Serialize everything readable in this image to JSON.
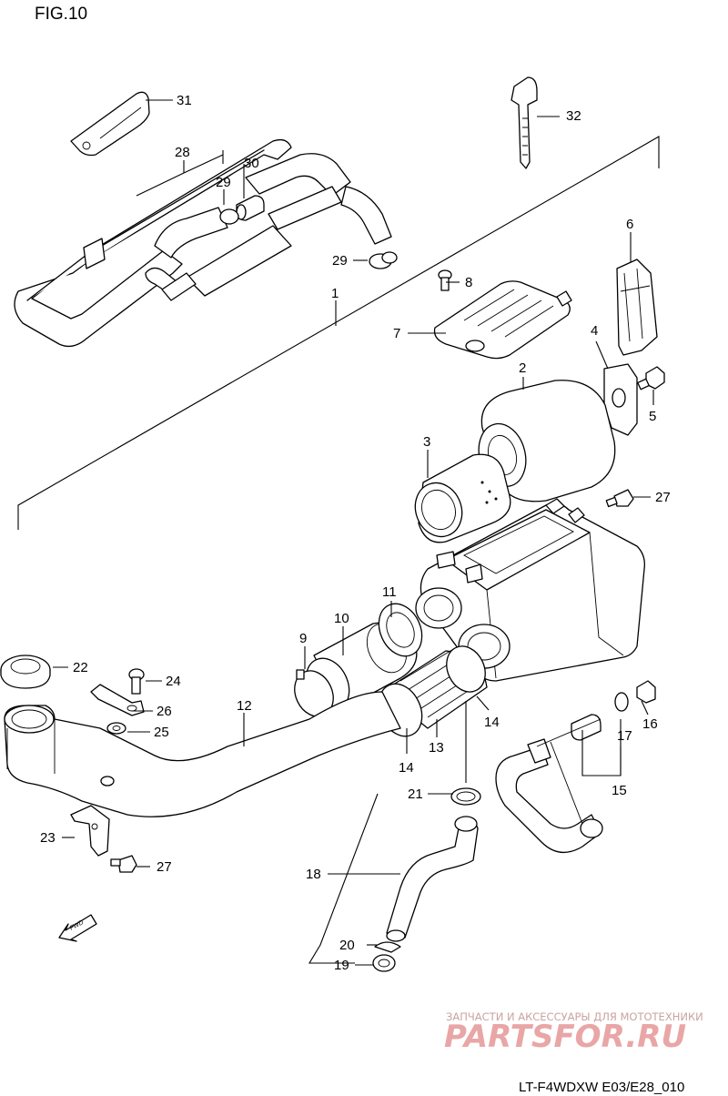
{
  "figure_title": "FIG.10",
  "diagram_code": "LT-F4WDXW E03/E28_010",
  "watermark": {
    "tagline": "ЗАПЧАСТИ И АКСЕССУАРЫ ДЛЯ МОТОТЕХНИКИ",
    "logo_text": "PARTSFOR.RU"
  },
  "fwd_label": "FWD",
  "callouts": [
    "31",
    "28",
    "30",
    "29",
    "29",
    "32",
    "1",
    "8",
    "6",
    "7",
    "4",
    "2",
    "5",
    "3",
    "27",
    "11",
    "10",
    "9",
    "22",
    "24",
    "12",
    "26",
    "25",
    "14",
    "13",
    "14",
    "17",
    "16",
    "15",
    "21",
    "23",
    "27",
    "18",
    "20",
    "19"
  ]
}
